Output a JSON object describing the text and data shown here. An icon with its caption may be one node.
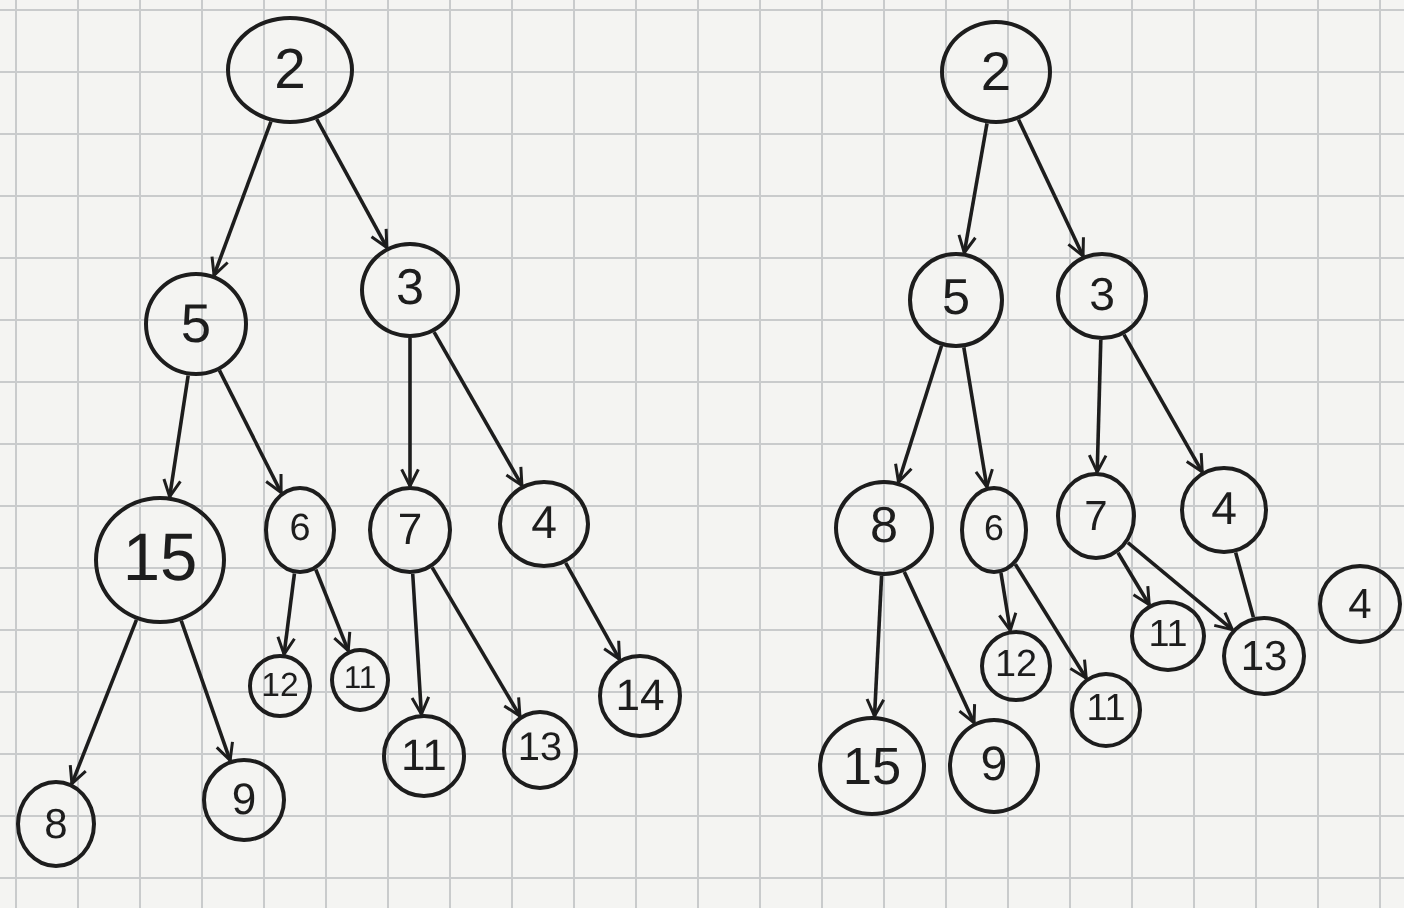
{
  "diagram": {
    "nodes": [
      {
        "text": [
          "2"
        ]
      },
      {
        "text": [
          "5"
        ]
      },
      {
        "text": [
          "3"
        ]
      },
      {
        "text": [
          "15"
        ]
      },
      {
        "text": [
          "6"
        ]
      },
      {
        "text": [
          "7"
        ]
      },
      {
        "text": [
          "4"
        ]
      },
      {
        "text": [
          "12"
        ]
      },
      {
        "text": [
          "11"
        ]
      },
      {
        "text": [
          "11"
        ]
      },
      {
        "text": [
          "13"
        ]
      },
      {
        "text": [
          "14"
        ]
      },
      {
        "text": [
          "8"
        ]
      },
      {
        "text": [
          "9"
        ]
      },
      {
        "text": [
          "2"
        ]
      },
      {
        "text": [
          "5"
        ]
      },
      {
        "text": [
          "3"
        ]
      },
      {
        "text": [
          "8"
        ]
      },
      {
        "text": [
          "6"
        ]
      },
      {
        "text": [
          "7"
        ]
      },
      {
        "text": [
          "4"
        ]
      },
      {
        "text": [
          "12"
        ]
      },
      {
        "text": [
          "11"
        ]
      },
      {
        "text": [
          "11"
        ]
      },
      {
        "text": [
          "13"
        ]
      },
      {
        "text": [
          "4"
        ]
      },
      {
        "text": [
          "15"
        ]
      },
      {
        "text": [
          "9"
        ]
      }
    ],
    "edges": [
      {
        "from": 0,
        "to": 1,
        "arrow": "to"
      },
      {
        "from": 0,
        "to": 2,
        "arrow": "to"
      },
      {
        "from": 1,
        "to": 3,
        "arrow": "to"
      },
      {
        "from": 1,
        "to": 4,
        "arrow": "to"
      },
      {
        "from": 2,
        "to": 5,
        "arrow": "to"
      },
      {
        "from": 2,
        "to": 6,
        "arrow": "to"
      },
      {
        "from": 4,
        "to": 7,
        "arrow": "to"
      },
      {
        "from": 4,
        "to": 8,
        "arrow": "to"
      },
      {
        "from": 5,
        "to": 9,
        "arrow": "to"
      },
      {
        "from": 5,
        "to": 10,
        "arrow": "to"
      },
      {
        "from": 6,
        "to": 11,
        "arrow": "to"
      },
      {
        "from": 3,
        "to": 12,
        "arrow": "to"
      },
      {
        "from": 3,
        "to": 13,
        "arrow": "to"
      },
      {
        "from": 14,
        "to": 15,
        "arrow": "to"
      },
      {
        "from": 14,
        "to": 16,
        "arrow": "to"
      },
      {
        "from": 15,
        "to": 17,
        "arrow": "to"
      },
      {
        "from": 15,
        "to": 18,
        "arrow": "to"
      },
      {
        "from": 16,
        "to": 19,
        "arrow": "to"
      },
      {
        "from": 16,
        "to": 20,
        "arrow": "to"
      },
      {
        "from": 18,
        "to": 21,
        "arrow": "to"
      },
      {
        "from": 18,
        "to": 22,
        "arrow": "to"
      },
      {
        "from": 19,
        "to": 23,
        "arrow": "to"
      },
      {
        "from": 19,
        "to": 24,
        "arrow": "to"
      },
      {
        "from": 20,
        "to": 24,
        "arrow": "none"
      },
      {
        "from": 17,
        "to": 26,
        "arrow": "to"
      },
      {
        "from": 17,
        "to": 27,
        "arrow": "to"
      }
    ]
  }
}
